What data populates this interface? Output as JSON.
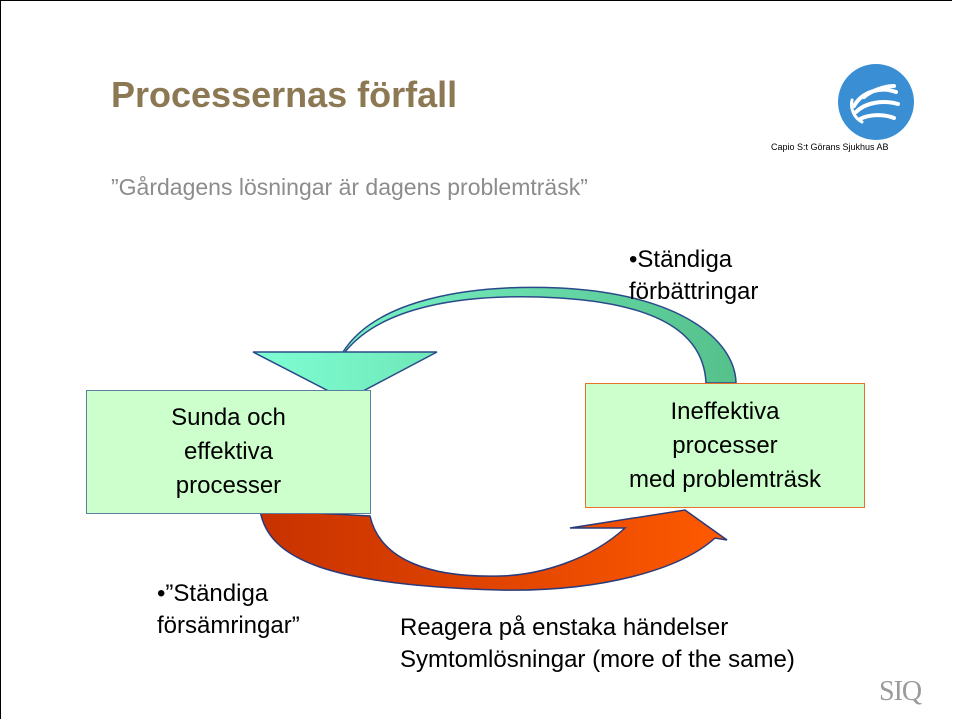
{
  "title": "Processernas förfall",
  "logo": {
    "icon": "capio-hand-logo",
    "caption": "Capio S:t Görans Sjukhus AB"
  },
  "quote": "”Gårdagens lösningar är dagens problemträsk”",
  "boxes": {
    "left": "Sunda och\neffektiva\nprocesser",
    "right": "Ineffektiva\nprocesser\nmed problemträsk"
  },
  "labels": {
    "top": [
      "•Ständiga",
      "förbättringar"
    ],
    "left": [
      "•”Ständiga",
      "försämringar”"
    ],
    "bottom": [
      "Reagera på enstaka händelser",
      "Symtomlösningar (more of the same)"
    ]
  },
  "footer_logo": "SIQ",
  "colors": {
    "title": "#8c7853",
    "box_fill": "#ccffcc",
    "arrow_green": "#66cc99",
    "arrow_red": "#cc3300",
    "arrow_orange": "#ff5500"
  }
}
